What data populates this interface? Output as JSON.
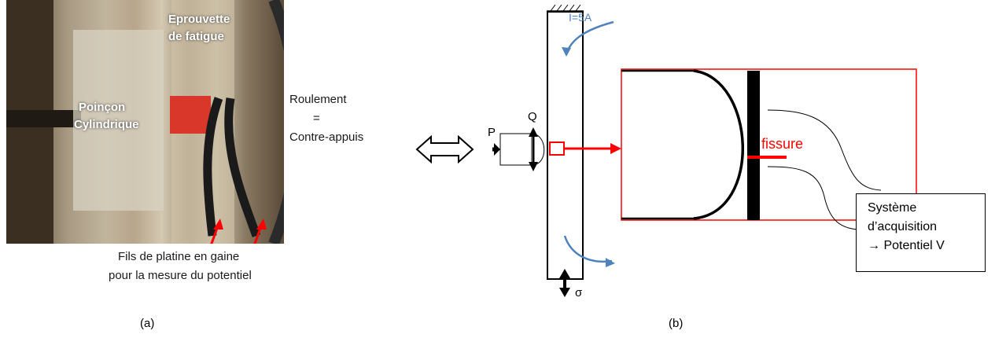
{
  "panel_a": {
    "caption": "(a)",
    "labels": {
      "specimen_line1": "Eprouvette",
      "specimen_line2": "de fatigue",
      "punch_line1": "Poinçon",
      "punch_line2": "Cylindrique",
      "bearing_line1": "Roulement",
      "bearing_line2": "=",
      "bearing_line3": "Contre-appuis",
      "wires_line1": "Fils de platine en gaine",
      "wires_line2": "pour la mesure du potentiel"
    }
  },
  "panel_b": {
    "caption": "(b)",
    "current_label": "I=5A",
    "load_p": "P",
    "load_q": "Q",
    "stress_label": "σ",
    "crack_label": "fissure",
    "acquisition": {
      "line1": "Système",
      "line2": "d’acquisition",
      "line3": "→ Potentiel V"
    }
  },
  "colors": {
    "annotation_red": "#ff0000",
    "current_blue": "#4f81bd",
    "specimen_red": "#d9372a"
  }
}
